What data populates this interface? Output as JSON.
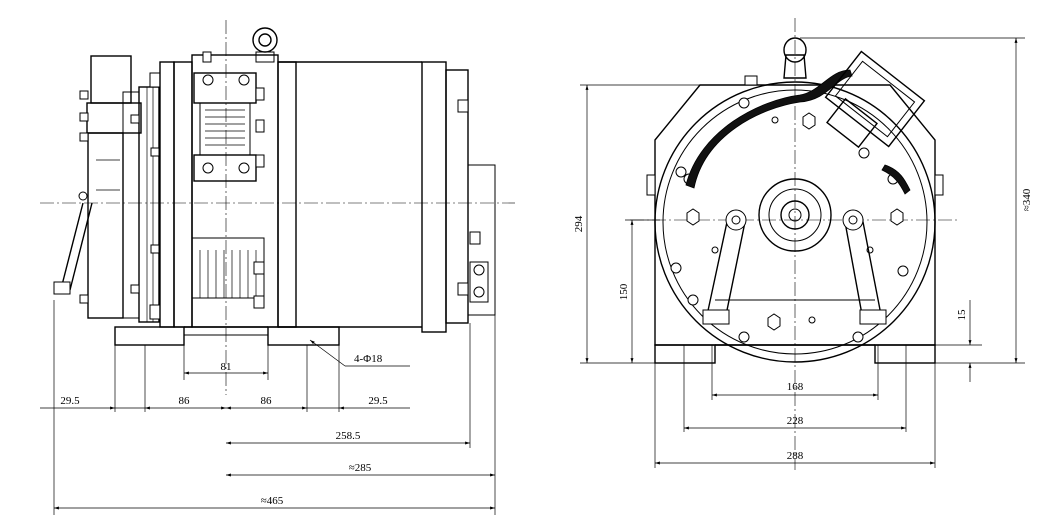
{
  "left_view": {
    "dimensions": {
      "d_29_5_left": "29.5",
      "d_86_left": "86",
      "d_86_right": "86",
      "d_29_5_right": "29.5",
      "d_81": "81",
      "d_258_5": "258.5",
      "d_285": "≈285",
      "d_465": "≈465",
      "hole_callout": "4-Φ18"
    }
  },
  "right_view": {
    "dimensions": {
      "d_294": "294",
      "d_150": "150",
      "d_340": "≈340",
      "d_15": "15",
      "d_168": "168",
      "d_228": "228",
      "d_288": "288"
    }
  }
}
